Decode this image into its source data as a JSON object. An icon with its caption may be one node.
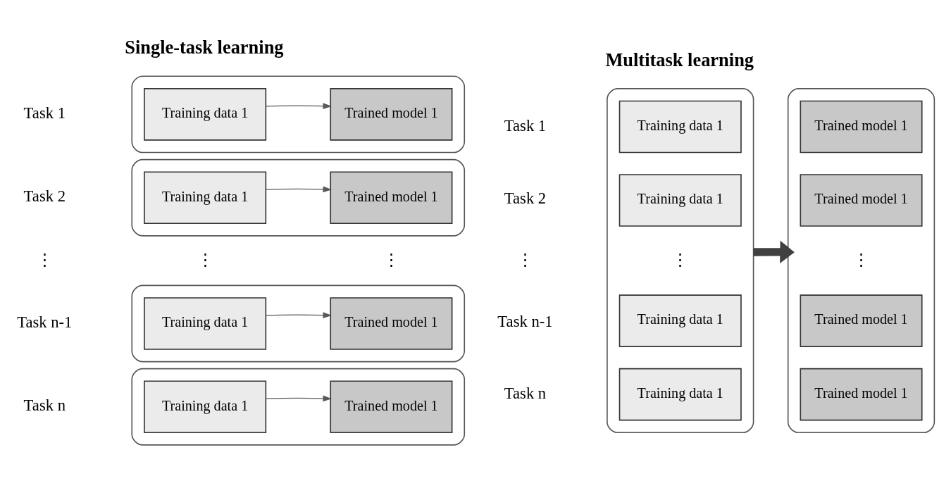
{
  "diagram": {
    "nodes": [
      {
        "text": [],
        "shape": "box"
      },
      {
        "text": [
          "Training data 1"
        ],
        "in": 0
      },
      {
        "text": [
          "Trained model 1"
        ],
        "in": 0
      },
      {
        "text": [],
        "shape": "box"
      },
      {
        "text": [
          "Training data 1"
        ],
        "in": 3
      },
      {
        "text": [
          "Trained model 1"
        ],
        "in": 3
      },
      {
        "text": [],
        "shape": "box"
      },
      {
        "text": [
          "Training data 1"
        ],
        "in": 6
      },
      {
        "text": [
          "Trained model 1"
        ],
        "in": 6
      },
      {
        "text": [],
        "shape": "box"
      },
      {
        "text": [
          "Training data 1"
        ],
        "in": 9
      },
      {
        "text": [
          "Trained model 1"
        ],
        "in": 9
      },
      {
        "text": [],
        "shape": "box"
      },
      {
        "text": [
          "Training data 1"
        ],
        "in": 12
      },
      {
        "text": [
          "Training data 1"
        ],
        "in": 12
      },
      {
        "text": [
          "Training data 1"
        ],
        "in": 12
      },
      {
        "text": [
          "Training data 1"
        ],
        "in": 12
      },
      {
        "text": [],
        "shape": "box"
      },
      {
        "text": [
          "Trained model 1"
        ],
        "in": 17
      },
      {
        "text": [
          "Trained model 1"
        ],
        "in": 17
      },
      {
        "text": [
          "Trained model 1"
        ],
        "in": 17
      },
      {
        "text": [
          "Trained model 1"
        ],
        "in": 17
      }
    ],
    "edges": [
      {
        "from": 1,
        "to": 2,
        "arrow": "to"
      },
      {
        "from": 4,
        "to": 5,
        "arrow": "to"
      },
      {
        "from": 7,
        "to": 8,
        "arrow": "to"
      },
      {
        "from": 10,
        "to": 11,
        "arrow": "to"
      },
      {
        "from": 12,
        "to": 17,
        "arrow": "to",
        "style": "thick",
        "color": "#404040"
      }
    ],
    "labels": [
      "Single-task learning",
      "Multitask learning",
      "Task 1",
      "Task 1",
      "Task 2",
      "Task 2",
      "⋮",
      "⋮",
      "⋮",
      "⋮",
      "⋮",
      "⋮",
      "Task n-1",
      "Task n-1",
      "Task n",
      "Task n"
    ]
  }
}
